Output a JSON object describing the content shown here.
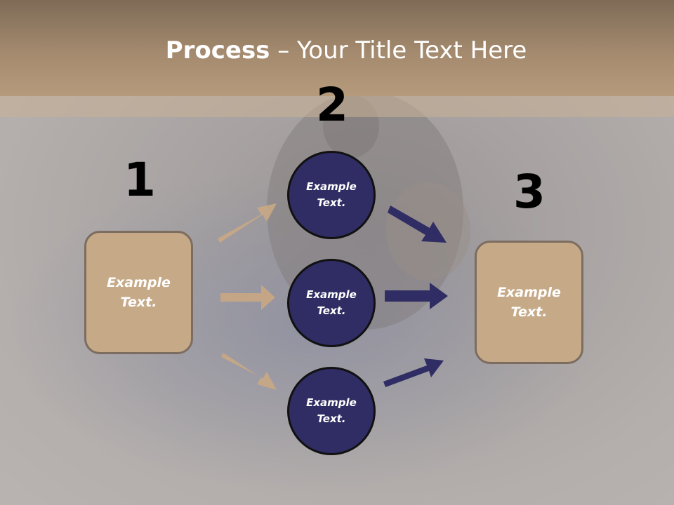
{
  "title": {
    "bold": "Process",
    "rest": " – Your Title Text Here"
  },
  "numbers": [
    "1",
    "2",
    "3"
  ],
  "boxes": {
    "left": "Example Text.",
    "right": "Example Text."
  },
  "circles": [
    "Example Text.",
    "Example Text.",
    "Example Text."
  ],
  "colors": {
    "header": "#a48a6e",
    "box_fill": "#c6a987",
    "circle_fill": "#2f2d63",
    "arrow_tan": "#c9a884",
    "arrow_navy": "#2f2d63"
  }
}
